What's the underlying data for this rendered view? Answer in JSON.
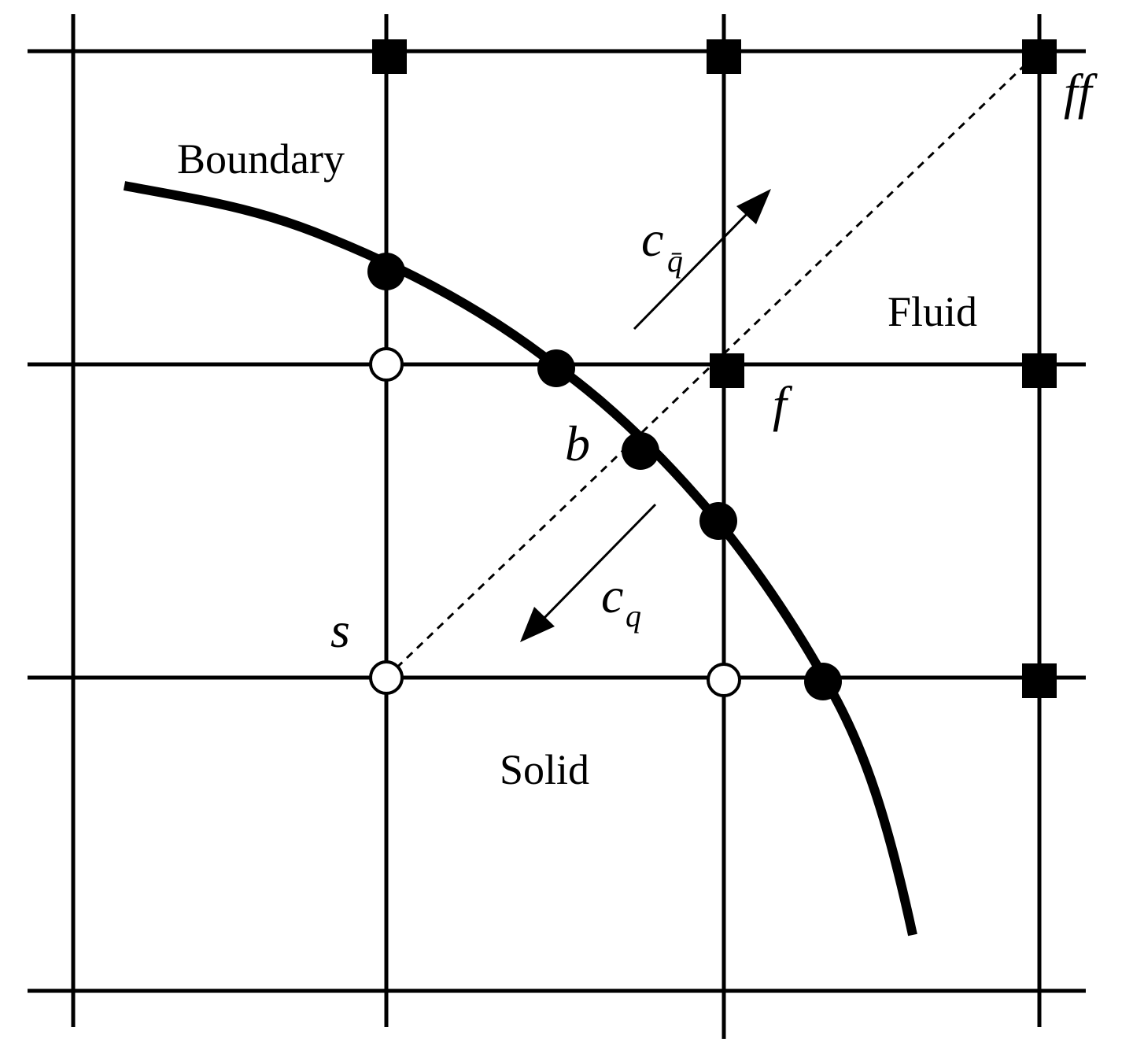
{
  "labels": {
    "boundary": "Boundary",
    "fluid": "Fluid",
    "solid": "Solid",
    "ff": "ff",
    "f": "f",
    "b": "b",
    "s": "s",
    "c_qbar_base": "c",
    "c_qbar_sub": "q̄",
    "c_q_base": "c",
    "c_q_sub": "q"
  }
}
